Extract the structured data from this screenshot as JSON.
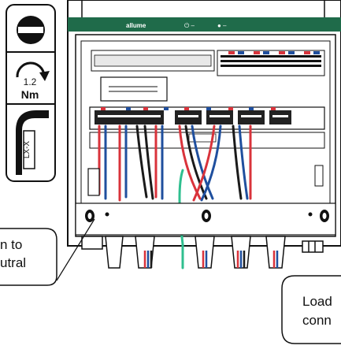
{
  "tool_strip": {
    "torque_value": "1.2",
    "torque_unit": "Nm",
    "bit_type": "LX-X"
  },
  "panel": {
    "brand": "allume",
    "indicator_power": "⏻ –",
    "indicator_status": "● –"
  },
  "callouts": {
    "left_line1": "n to",
    "left_line2": "utral",
    "right_line1": "Load",
    "right_line2": "conn"
  },
  "colors": {
    "panel_green": "#1f6b4a",
    "wire_red": "#d9333b",
    "wire_blue": "#1f4f9e",
    "wire_black": "#1a1a1a",
    "wire_green": "#2fbf8f",
    "outline": "#111111"
  }
}
